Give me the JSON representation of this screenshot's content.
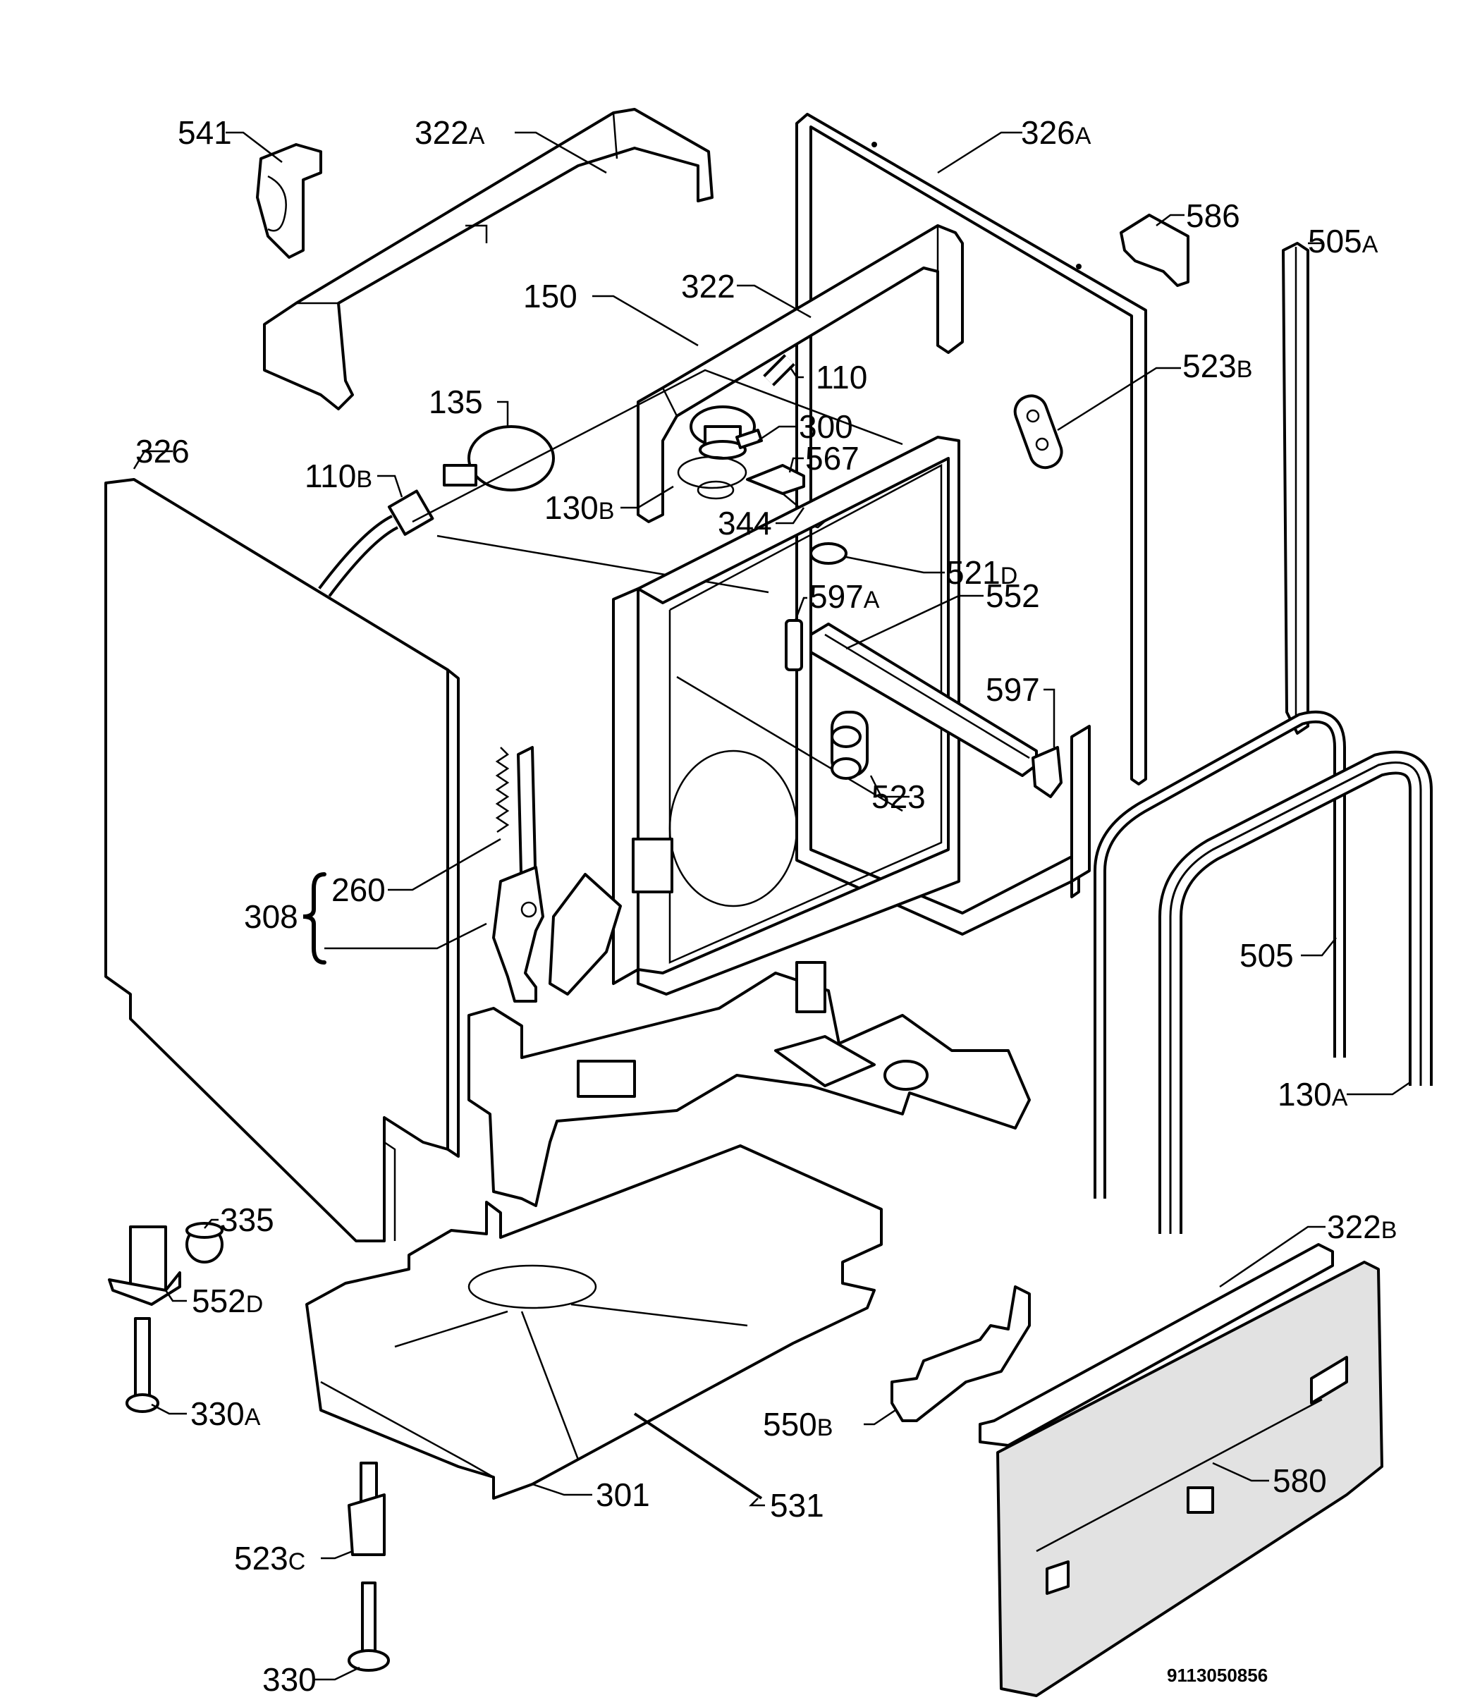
{
  "diagram_code": "9113050856",
  "labels": {
    "l541": {
      "num": "541",
      "suffix": ""
    },
    "l322a": {
      "num": "322",
      "suffix": "A"
    },
    "l326a": {
      "num": "326",
      "suffix": "A"
    },
    "l586": {
      "num": "586",
      "suffix": ""
    },
    "l505a": {
      "num": "505",
      "suffix": "A"
    },
    "l150": {
      "num": "150",
      "suffix": ""
    },
    "l322": {
      "num": "322",
      "suffix": ""
    },
    "l110": {
      "num": "110",
      "suffix": ""
    },
    "l523b": {
      "num": "523",
      "suffix": "B"
    },
    "l135": {
      "num": "135",
      "suffix": ""
    },
    "l300": {
      "num": "300",
      "suffix": ""
    },
    "l326": {
      "num": "326",
      "suffix": ""
    },
    "l567": {
      "num": "567",
      "suffix": ""
    },
    "l110b": {
      "num": "110",
      "suffix": "B"
    },
    "l130b": {
      "num": "130",
      "suffix": "B"
    },
    "l344": {
      "num": "344",
      "suffix": ""
    },
    "l521d": {
      "num": "521",
      "suffix": "D"
    },
    "l597a": {
      "num": "597",
      "suffix": "A"
    },
    "l552": {
      "num": "552",
      "suffix": ""
    },
    "l597": {
      "num": "597",
      "suffix": ""
    },
    "l523": {
      "num": "523",
      "suffix": ""
    },
    "l260": {
      "num": "260",
      "suffix": ""
    },
    "l308": {
      "num": "308",
      "suffix": ""
    },
    "l505": {
      "num": "505",
      "suffix": ""
    },
    "l130a": {
      "num": "130",
      "suffix": "A"
    },
    "l335": {
      "num": "335",
      "suffix": ""
    },
    "l552d": {
      "num": "552",
      "suffix": "D"
    },
    "l322b": {
      "num": "322",
      "suffix": "B"
    },
    "l330a": {
      "num": "330",
      "suffix": "A"
    },
    "l550b": {
      "num": "550",
      "suffix": "B"
    },
    "l580": {
      "num": "580",
      "suffix": ""
    },
    "l301": {
      "num": "301",
      "suffix": ""
    },
    "l531": {
      "num": "531",
      "suffix": ""
    },
    "l523c": {
      "num": "523",
      "suffix": "C"
    },
    "l330": {
      "num": "330",
      "suffix": ""
    }
  }
}
